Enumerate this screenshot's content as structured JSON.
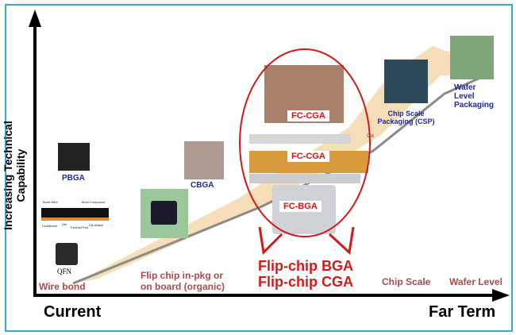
{
  "axes": {
    "y_label": "Increasing Technical Capability",
    "x_start": "Current",
    "x_end": "Far Term"
  },
  "categories": {
    "wire_bond": "Wire bond",
    "flip_chip": "Flip chip in-pkg or on board (organic)",
    "chip_scale": "Chip Scale",
    "wafer_level": "Wafer Level"
  },
  "packages": {
    "pbga": "PBGA",
    "cbga": "CBGA",
    "qfn": "QFN",
    "csp": "Chip Scale Packaging (CSP)",
    "wlp": "Wafer Level Packaging",
    "fc_cga_photo": "FC-CGA",
    "fc_cga_diagram": "FC-CGA",
    "fc_bga": "FC-BGA",
    "cap": "Ca"
  },
  "qfn_diagram": {
    "bond_wire": "Bond Wire",
    "mold_compound": "Mold Compound",
    "leadframe": "Leadframe",
    "die": "Die",
    "thermal_pad": "Thermal Pad",
    "die_attach": "Die Attach"
  },
  "highlight": {
    "line1": "Flip-chip BGA",
    "line2": "Flip-chip CGA",
    "color": "#d11a1a"
  },
  "colors": {
    "border": "#35a9d6",
    "band": "#f6dfb8",
    "trend_line": "#8a8a8a",
    "category_text": "#b04a4a",
    "package_text": "#1c2a9c"
  }
}
